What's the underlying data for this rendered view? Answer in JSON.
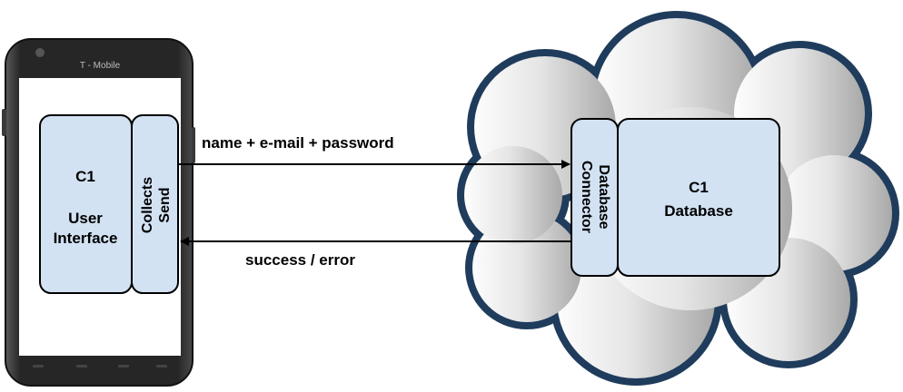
{
  "phone": {
    "carrier_label": "T - Mobile",
    "ui_box": {
      "line1": "C1",
      "line2": "User",
      "line3": "Interface"
    },
    "collects_box": {
      "line1": "Collects",
      "line2": "Send"
    }
  },
  "arrows": {
    "request_label": "name + e-mail + password",
    "response_label": "success / error"
  },
  "cloud": {
    "connector_box": {
      "line1": "Database",
      "line2": "Connector"
    },
    "db_box": {
      "line1": "C1",
      "line2": "Database"
    }
  },
  "colors": {
    "box_fill": "#d2e2f3",
    "cloud_outline": "#1f3c5c",
    "phone_body": "#2c2c2c"
  }
}
